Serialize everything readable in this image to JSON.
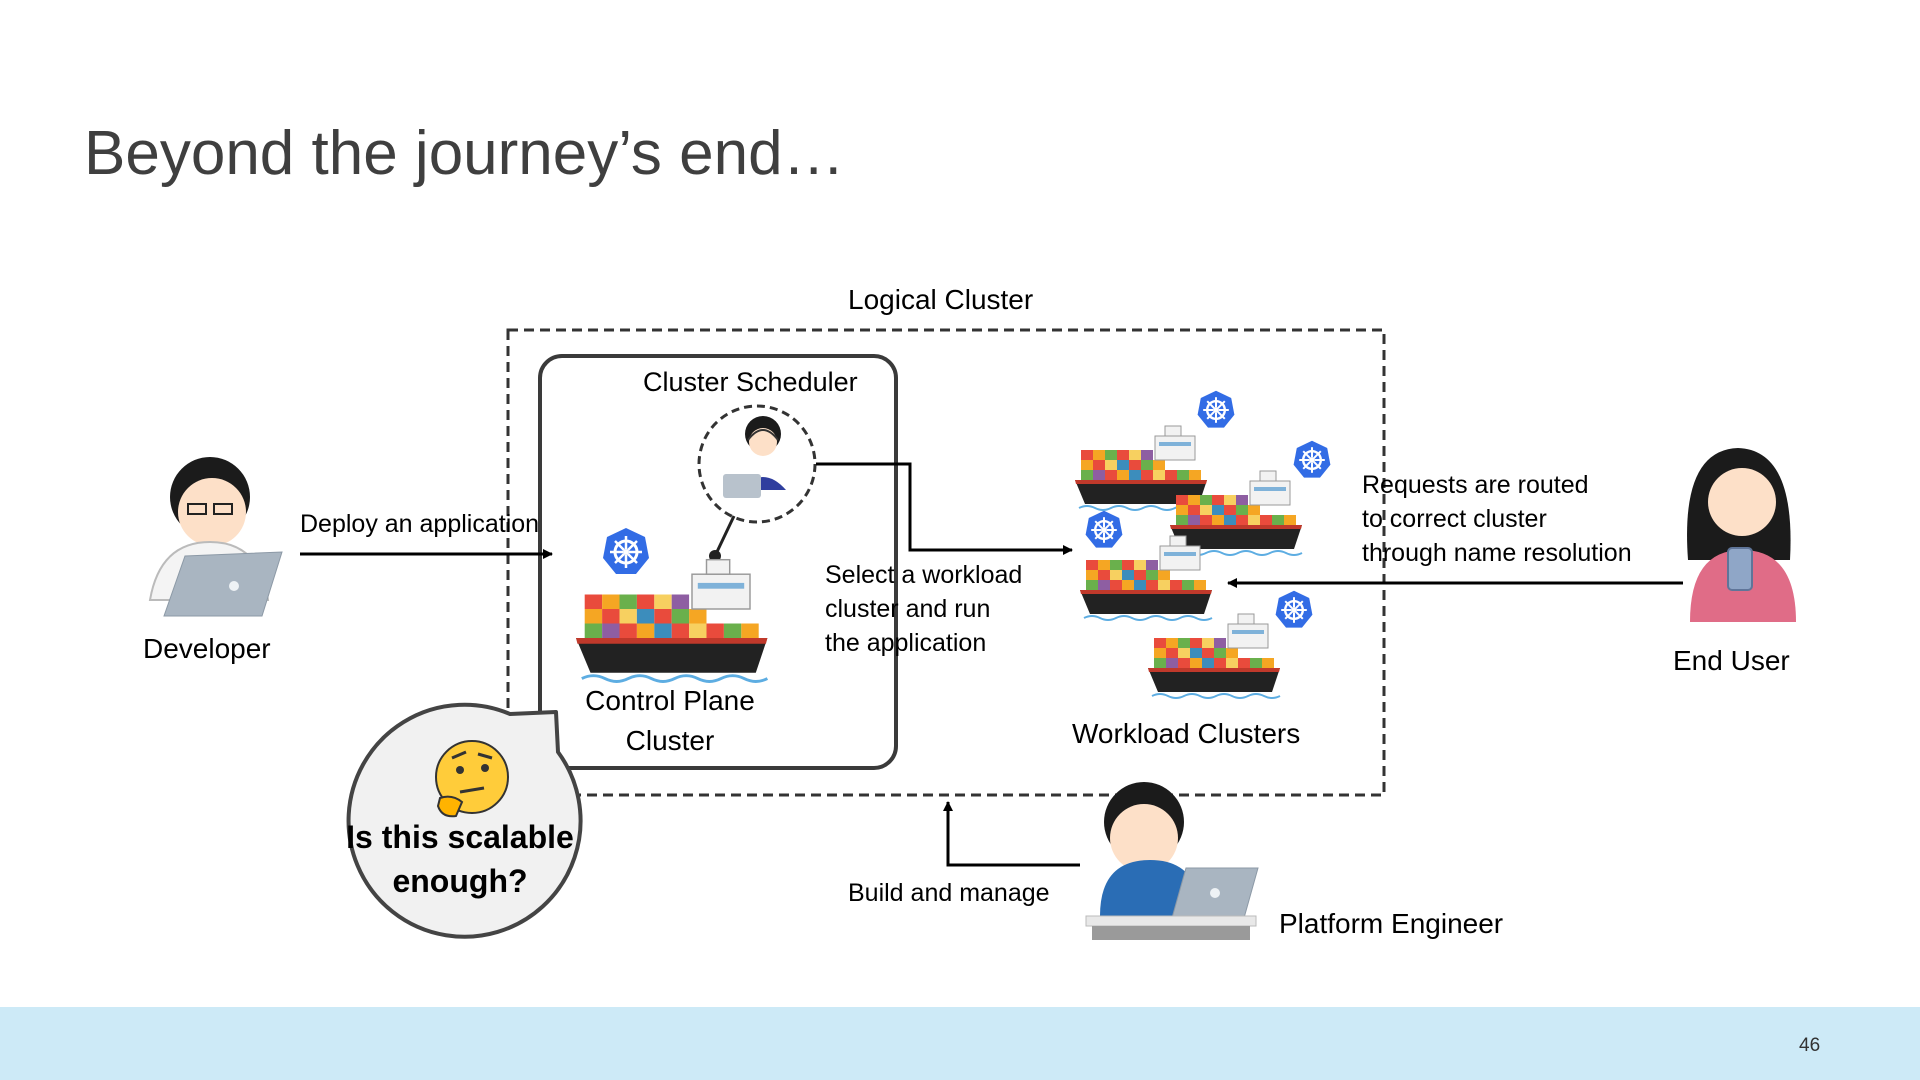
{
  "slide": {
    "title": "Beyond the journey’s end…",
    "page_number": "46"
  },
  "diagram": {
    "logical_cluster_label": "Logical Cluster",
    "cluster_scheduler_label": "Cluster Scheduler",
    "control_plane_label_line1": "Control Plane",
    "control_plane_label_line2": "Cluster",
    "workload_clusters_label": "Workload Clusters",
    "developer_label": "Developer",
    "end_user_label": "End User",
    "platform_engineer_label": "Platform Engineer",
    "deploy_label": "Deploy an application",
    "select_label_lines": [
      "Select a workload",
      "cluster and run",
      "the application"
    ],
    "requests_label_lines": [
      "Requests are routed",
      "to correct cluster",
      "through name resolution"
    ],
    "build_label": "Build and manage",
    "bubble_lines": [
      "Is this scalable",
      "enough?"
    ]
  },
  "colors": {
    "k8s_blue": "#326ce5",
    "footer_bg": "#cdeaf7",
    "title_gray": "#3f3f3f"
  },
  "icons": [
    "developer-icon",
    "end-user-icon",
    "platform-engineer-icon",
    "scheduler-operator-icon",
    "kubernetes-icon",
    "container-ship-icon",
    "thinking-face-icon"
  ]
}
